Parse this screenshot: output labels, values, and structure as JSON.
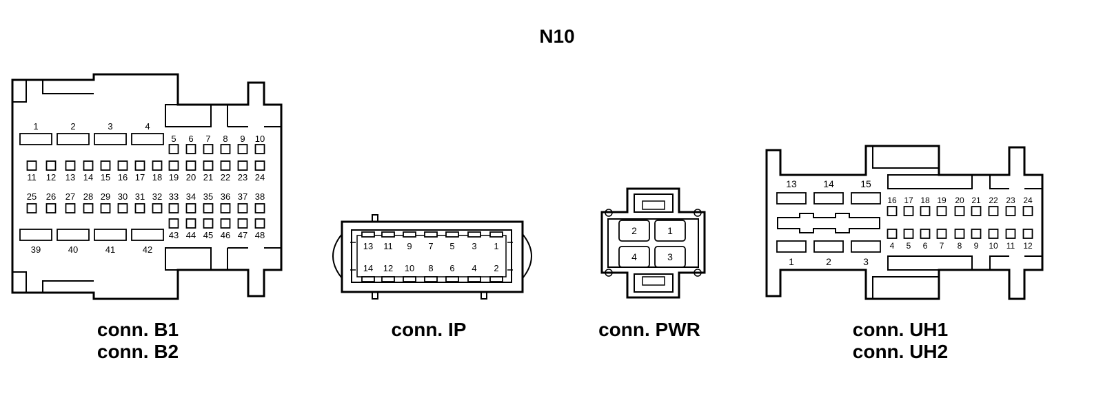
{
  "title": "N10",
  "connectors": {
    "b": {
      "caption_1": "conn. B1",
      "caption_2": "conn. B2",
      "pins": [
        "1",
        "2",
        "3",
        "4",
        "5",
        "6",
        "7",
        "8",
        "9",
        "10",
        "11",
        "12",
        "13",
        "14",
        "15",
        "16",
        "17",
        "18",
        "19",
        "20",
        "21",
        "22",
        "23",
        "24",
        "25",
        "26",
        "27",
        "28",
        "29",
        "30",
        "31",
        "32",
        "33",
        "34",
        "35",
        "36",
        "37",
        "38",
        "39",
        "40",
        "41",
        "42",
        "43",
        "44",
        "45",
        "46",
        "47",
        "48"
      ]
    },
    "ip": {
      "caption": "conn. IP",
      "pins": [
        "1",
        "2",
        "3",
        "4",
        "5",
        "6",
        "7",
        "8",
        "9",
        "10",
        "11",
        "12",
        "13",
        "14"
      ]
    },
    "pwr": {
      "caption": "conn. PWR",
      "pins": [
        "1",
        "2",
        "3",
        "4"
      ]
    },
    "uh": {
      "caption_1": "conn. UH1",
      "caption_2": "conn. UH2",
      "pins": [
        "1",
        "2",
        "3",
        "4",
        "5",
        "6",
        "7",
        "8",
        "9",
        "10",
        "11",
        "12",
        "13",
        "14",
        "15",
        "16",
        "17",
        "18",
        "19",
        "20",
        "21",
        "22",
        "23",
        "24"
      ]
    }
  }
}
